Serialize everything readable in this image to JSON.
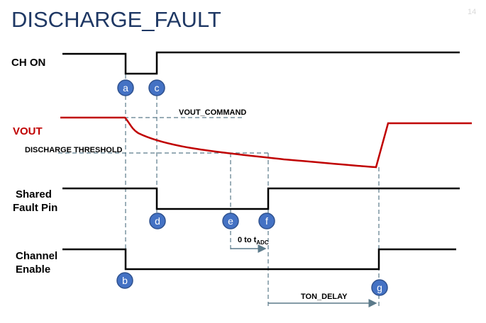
{
  "title": "DISCHARGE_FAULT",
  "page_number": "14",
  "signals": {
    "ch_on": "CH ON",
    "vout": "VOUT",
    "shared_fault_line1": "Shared",
    "shared_fault_line2": "Fault Pin",
    "channel_enable_line1": "Channel",
    "channel_enable_line2": "Enable"
  },
  "annotations": {
    "vout_command": "VOUT_COMMAND",
    "discharge_threshold": "DISCHARGE THRESHOLD",
    "tadc_prefix": "0 to t",
    "tadc_sub": "ADC",
    "ton_delay": "TON_DELAY"
  },
  "markers": [
    "a",
    "b",
    "c",
    "d",
    "e",
    "f",
    "g"
  ],
  "colors": {
    "title": "#1f3864",
    "vout": "#c00000",
    "marker_fill": "#4472c4",
    "marker_stroke": "#2f528f",
    "guide": "#5b7a8a",
    "arrow": "#5b7a8a"
  }
}
